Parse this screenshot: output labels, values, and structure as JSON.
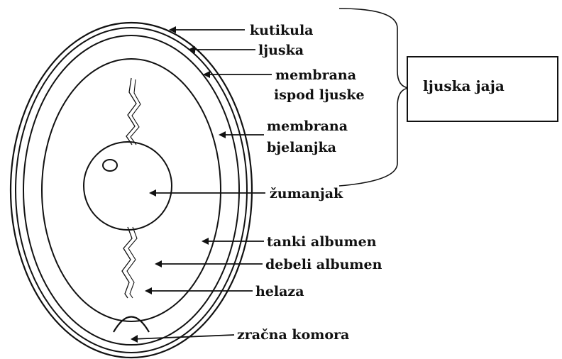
{
  "labels": {
    "cuticle": "kutikula",
    "shell": "ljuska",
    "shell_membrane_1": "membrana",
    "shell_membrane_2": "ispod ljuske",
    "albumen_membrane_1": "membrana",
    "albumen_membrane_2": "bjelanjka",
    "yolk": "žumanjak",
    "thin_albumen": "tanki albumen",
    "thick_albumen": "debeli albumen",
    "chalaza": "helaza",
    "air_cell": "zračna komora",
    "eggshell_group": "ljuska jaja"
  },
  "colors": {
    "stroke": "#111111",
    "background": "#ffffff"
  }
}
